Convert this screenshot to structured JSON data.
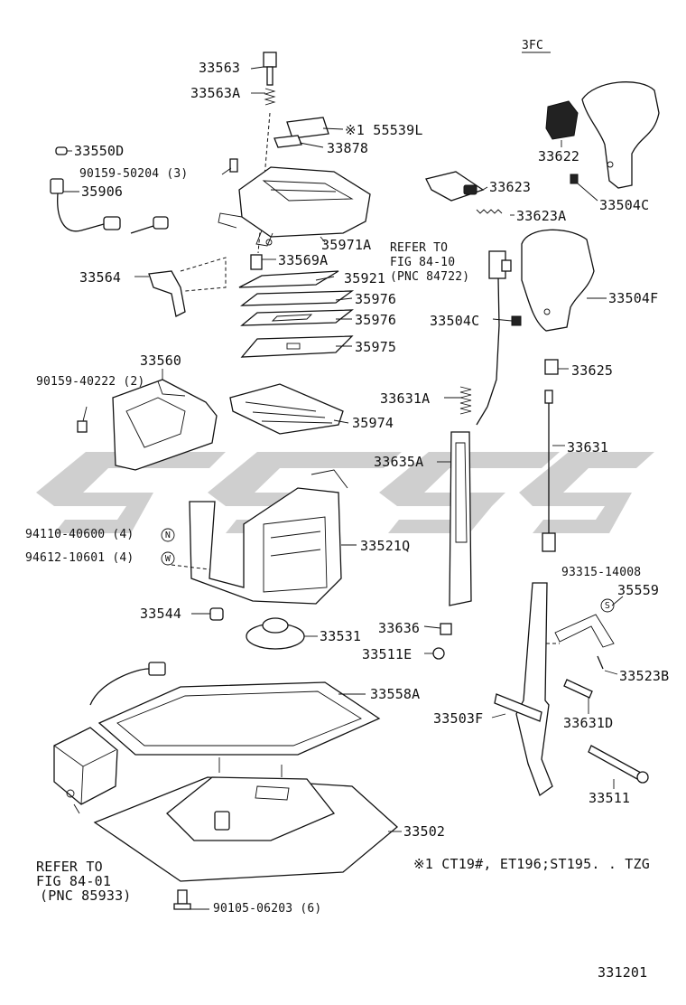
{
  "diagram": {
    "variant_code": "3FC",
    "figure_code": "331201",
    "footnote": "※1 CT19#, ET196;ST195. . TZG",
    "watermark_color": "#cfcfcf",
    "line_color": "#111111",
    "labels": {
      "p33563": "33563",
      "p33563A": "33563A",
      "p55539L": "※1 55539L",
      "p33878": "33878",
      "p33550D": "33550D",
      "p90159_50204": "90159-50204 (3)",
      "p35906": "35906",
      "p35971A": "35971A",
      "p33569A": "33569A",
      "p33564": "33564",
      "p35921": "35921",
      "p35976a": "35976",
      "p35976b": "35976",
      "p35975": "35975",
      "p33560": "33560",
      "p90159_40222": "90159-40222 (2)",
      "p35974": "35974",
      "p94110_40600": "94110-40600 (4)",
      "p94612_10601": "94612-10601 (4)",
      "p33521Q": "33521Q",
      "p33544": "33544",
      "p33531": "33531",
      "p33558A": "33558A",
      "refer_to_1": "REFER TO",
      "fig_84_01": "FIG 84-01",
      "pnc_85933": "(PNC 85933)",
      "p33502": "33502",
      "p90105_06203": "90105-06203 (6)",
      "p33622": "33622",
      "p33504C_top": "33504C",
      "p33623": "33623",
      "p33623A": "33623A",
      "refer_to_2": "REFER TO",
      "fig_84_10": "FIG 84-10",
      "pnc_84722": "(PNC 84722)",
      "p33504F": "33504F",
      "p33504C_mid": "33504C",
      "p33625": "33625",
      "p33631A": "33631A",
      "p33631": "33631",
      "p33635A": "33635A",
      "p93315_14008": "93315-14008",
      "p35559": "35559",
      "p33636": "33636",
      "p33511E": "33511E",
      "p33523B": "33523B",
      "p33503F": "33503F",
      "p33631D": "33631D",
      "p33511": "33511"
    },
    "callout_symbols": {
      "nut": "N",
      "washer": "W",
      "snap": "S"
    }
  }
}
